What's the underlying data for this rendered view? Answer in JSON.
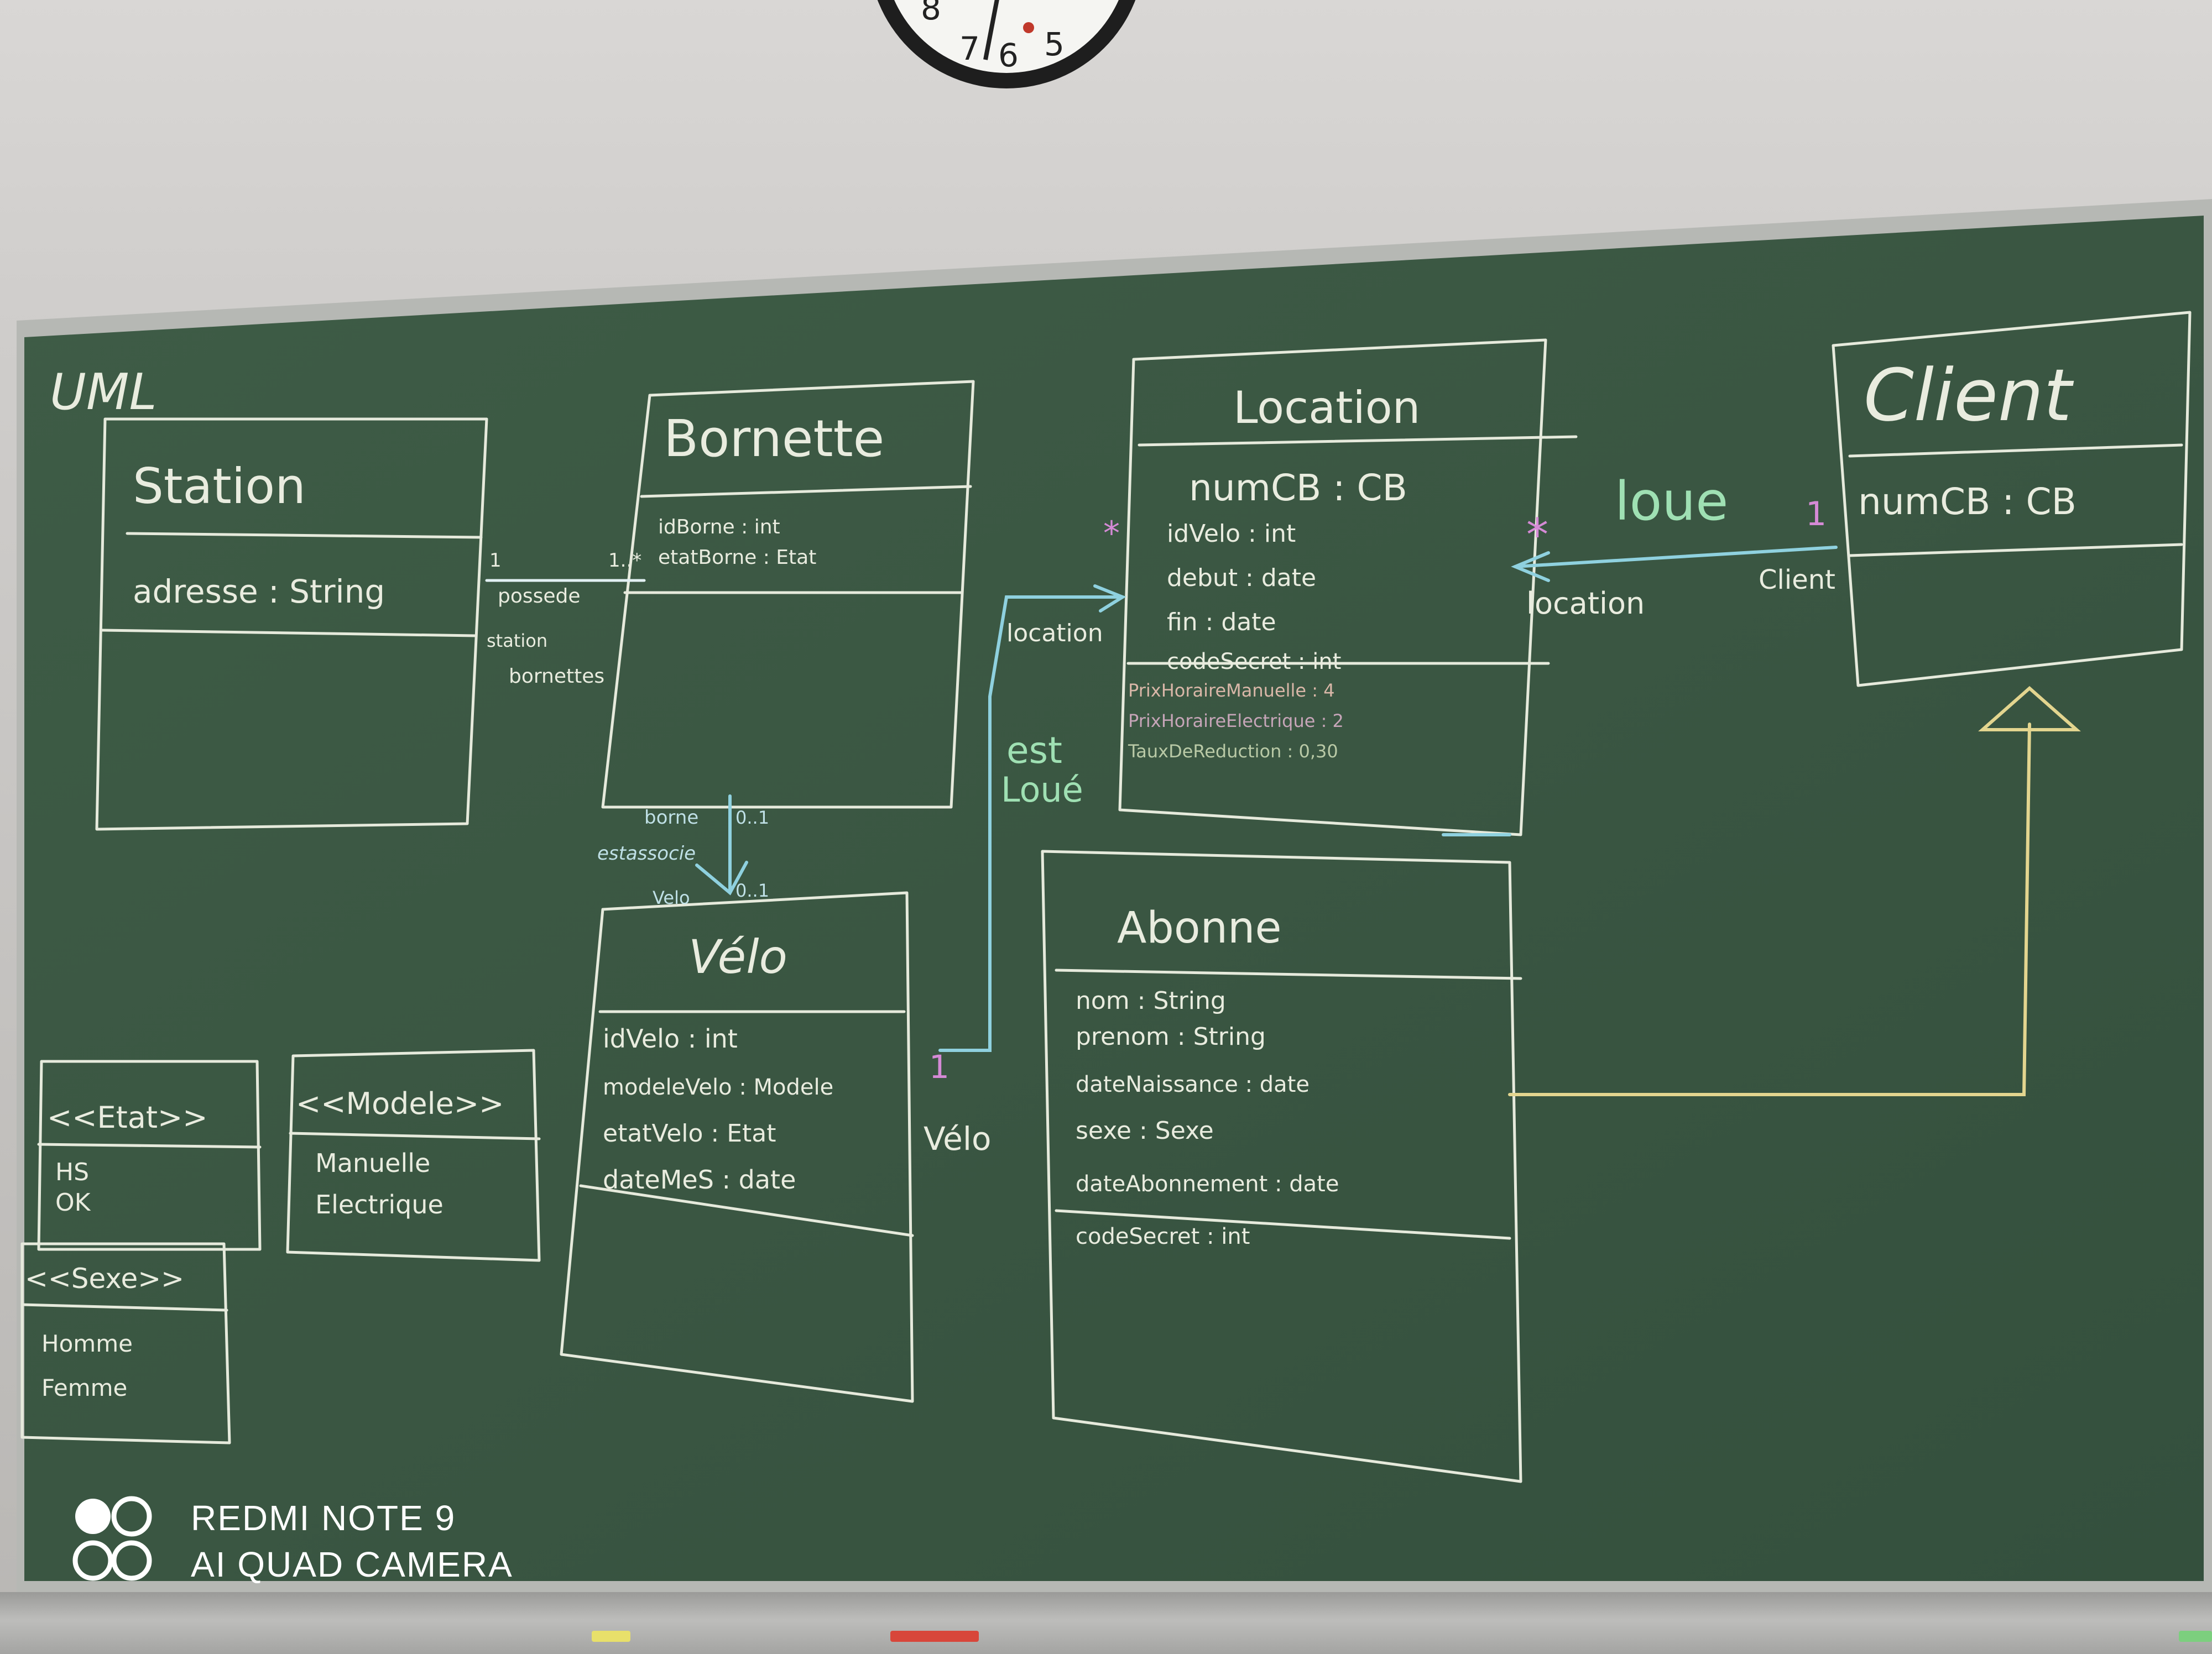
{
  "board": {
    "heading": "UML",
    "classes": {
      "station": {
        "name": "Station",
        "attributes": [
          "adresse : String"
        ]
      },
      "bornette": {
        "name": "Bornette",
        "attributes": [
          "idBorne : int",
          "etatBorne : Etat"
        ]
      },
      "location": {
        "name": "Location",
        "attributes": [
          "numCB : CB",
          "idVelo : int",
          "debut : date",
          "fin : date",
          "codeSecret : int"
        ],
        "notes": [
          "PrixHoraireManuelle : 4",
          "PrixHoraireElectrique : 2",
          "TauxDeReduction : 0,30"
        ]
      },
      "client": {
        "name": "Client",
        "attributes": [
          "numCB : CB"
        ]
      },
      "velo": {
        "name": "Vélo",
        "attributes": [
          "idVelo : int",
          "modeleVelo : Modele",
          "etatVelo : Etat",
          "dateMeS : date"
        ]
      },
      "abonne": {
        "name": "Abonne",
        "attributes": [
          "nom : String",
          "prenom : String",
          "dateNaissance : date",
          "sexe : Sexe",
          "dateAbonnement : date",
          "codeSecret : int"
        ]
      }
    },
    "enums": {
      "etat": {
        "name": "<<Etat>>",
        "values": [
          "HS",
          "OK"
        ]
      },
      "modele": {
        "name": "<<Modele>>",
        "values": [
          "Manuelle",
          "Electrique"
        ]
      },
      "sexe": {
        "name": "<<Sexe>>",
        "values": [
          "Homme",
          "Femme"
        ]
      }
    },
    "associations": {
      "possede": {
        "label": "possede",
        "role_a": "station",
        "role_b": "bornettes",
        "mult_a": "1",
        "mult_b": "1..*"
      },
      "estassocie": {
        "label": "estassocie",
        "role_a": "borne",
        "role_b": "Velo",
        "mult_a": "0..1",
        "mult_b": "0..1"
      },
      "estloue": {
        "label_line1": "est",
        "label_line2": "Loué",
        "role_a": "location",
        "role_b": "Vélo",
        "mult_a": "*",
        "mult_b": "1"
      },
      "loue": {
        "label": "loue",
        "role_a": "location",
        "role_b": "Client",
        "mult_a": "*",
        "mult_b": "1"
      }
    }
  },
  "watermark": {
    "line1": "REDMI NOTE 9",
    "line2": "AI QUAD CAMERA"
  },
  "colors": {
    "board": "#3d5a45",
    "chalk": "#e9ecdf",
    "frame": "#b6b8b4",
    "cyan_chalk": "#8fd1df",
    "green_chalk": "#9fe0b3",
    "pink_chalk": "#d58ad6",
    "yellow_chalk": "#e3d58f"
  },
  "clock": {
    "visible_numbers": [
      "8",
      "7",
      "6",
      "5"
    ]
  }
}
